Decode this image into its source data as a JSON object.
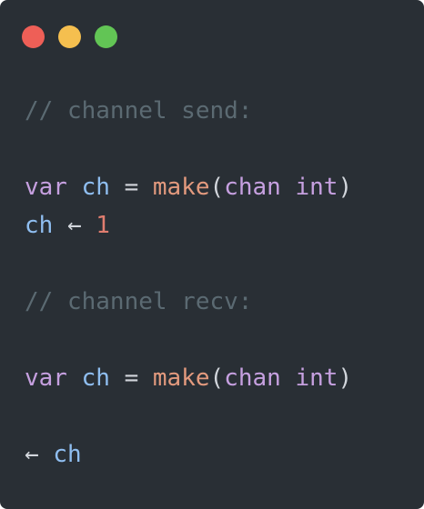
{
  "window": {
    "background": "#292f35",
    "controls": [
      {
        "name": "close",
        "color": "#ee5f57"
      },
      {
        "name": "minimize",
        "color": "#f5bf4f"
      },
      {
        "name": "maximize",
        "color": "#62c555"
      }
    ]
  },
  "code": {
    "comment_send": "// channel send:",
    "send_decl": {
      "kw_var": "var",
      "ident": "ch",
      "op_eq": "=",
      "fn_make": "make",
      "paren_open": "(",
      "kw_chan": "chan",
      "kw_int": "int",
      "paren_close": ")"
    },
    "send_stmt": {
      "ident": "ch",
      "arrow": "←",
      "value": "1"
    },
    "comment_recv": "// channel recv:",
    "recv_decl": {
      "kw_var": "var",
      "ident": "ch",
      "op_eq": "=",
      "fn_make": "make",
      "paren_open": "(",
      "kw_chan": "chan",
      "kw_int": "int",
      "paren_close": ")"
    },
    "recv_stmt": {
      "arrow": "←",
      "ident": "ch"
    }
  }
}
